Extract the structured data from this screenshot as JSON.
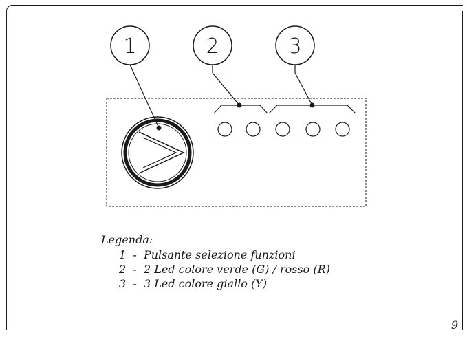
{
  "callouts": [
    "1",
    "2",
    "3"
  ],
  "legend": {
    "title": "Legenda:",
    "items": [
      {
        "num": "1",
        "sep": "-",
        "text": "Pulsante selezione funzioni"
      },
      {
        "num": "2",
        "sep": "-",
        "text": "2 Led colore verde (G) / rosso (R)"
      },
      {
        "num": "3",
        "sep": "-",
        "text": "3 Led colore giallo (Y)"
      }
    ]
  },
  "page_number": "9",
  "colors": {
    "line": "#1a1a1a",
    "background": "#ffffff"
  },
  "icons": {
    "button_symbol": "chevron-right-icon",
    "led": "led-circle-icon"
  }
}
